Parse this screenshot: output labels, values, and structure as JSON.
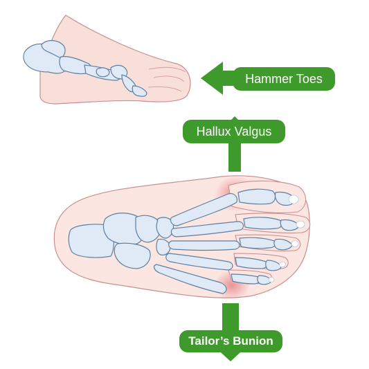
{
  "labels": {
    "hammer_toes": "Hammer Toes",
    "hallux_valgus": "Hallux Valgus",
    "tailors_bunion": "Tailor’s Bunion"
  },
  "colors": {
    "label_green": "#3f9a2c",
    "arrow_green": "#3f9a2c",
    "bone_fill": "#dfeaf6",
    "bone_stroke": "#5d7ea1",
    "skin_fill": "#f9dfda",
    "skin_stroke": "#d99a9a",
    "inflamed": "#e7898d",
    "background": "#ffffff"
  },
  "icons": {
    "hammer_toes_arrow": "arrow-left-icon",
    "hallux_valgus_arrow": "arrow-up-icon",
    "tailors_bunion_arrow": "arrow-down-icon"
  }
}
